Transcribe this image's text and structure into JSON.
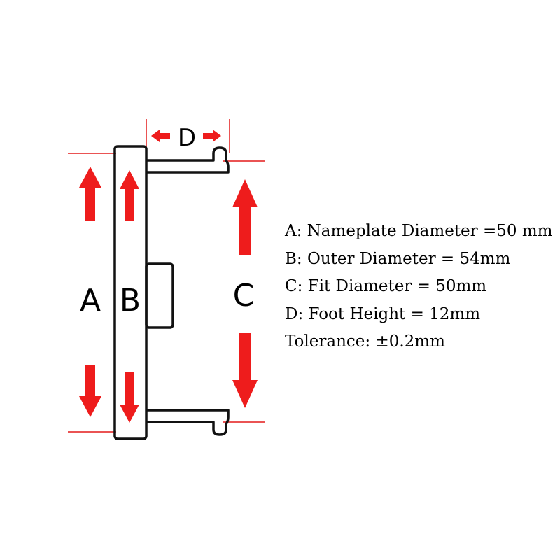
{
  "diagram": {
    "labels": {
      "a": "A",
      "b": "B",
      "c": "C",
      "d": "D"
    },
    "colors": {
      "arrow": "#ee1c1c",
      "line": "#e31a1a",
      "outline": "#111111"
    }
  },
  "specs": [
    "A: Nameplate Diameter =50 mm",
    "B: Outer Diameter = 54mm",
    "C: Fit Diameter = 50mm",
    "D: Foot Height = 12mm",
    "Tolerance: ±0.2mm"
  ]
}
